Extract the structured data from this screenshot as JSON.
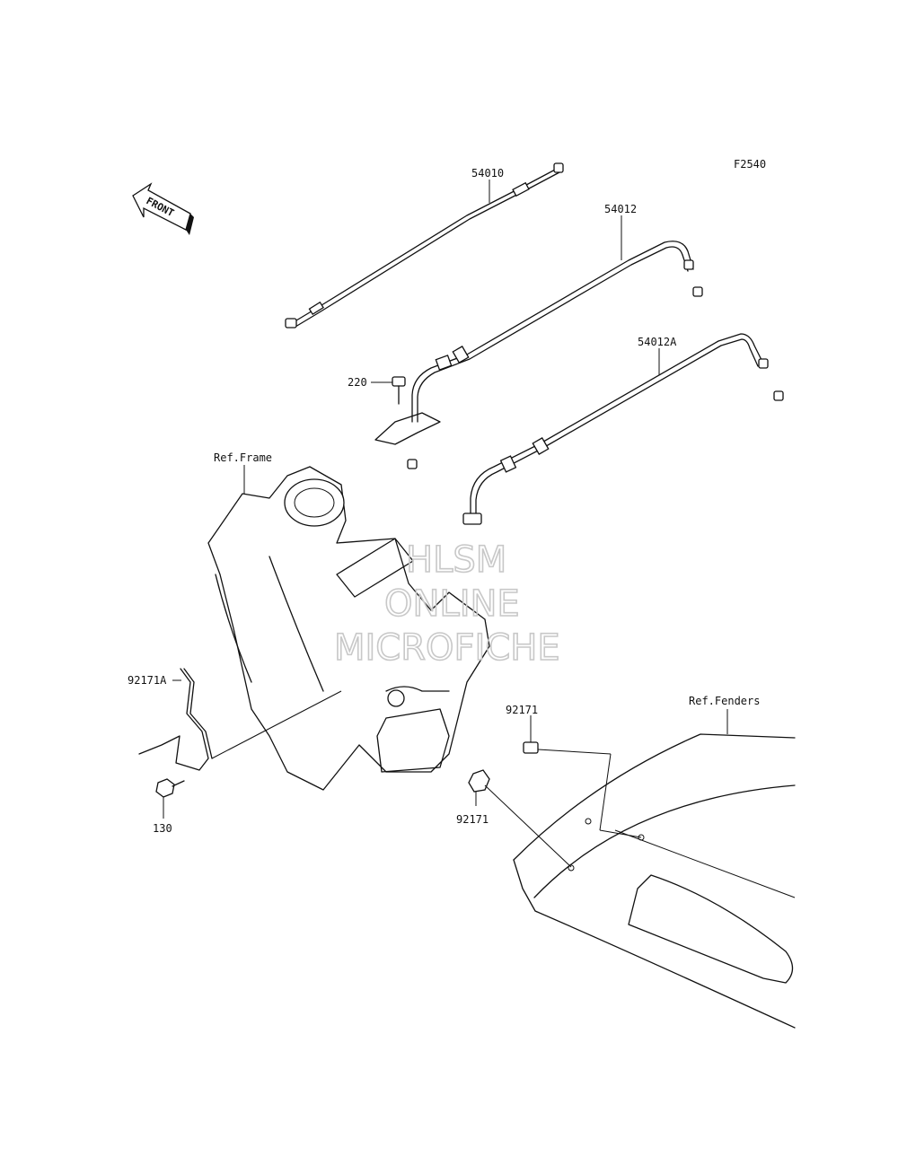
{
  "figure_code": "F2540",
  "front_label": "FRONT",
  "watermark": [
    "HLSM",
    "ONLINE",
    "MICROFICHE"
  ],
  "reference_labels": {
    "frame": "Ref.Frame",
    "fenders": "Ref.Fenders"
  },
  "parts": {
    "cable_54010": "54010",
    "cable_54012": "54012",
    "cable_54012a": "54012A",
    "bolt_220": "220",
    "clamp_92171a": "92171A",
    "bolt_130": "130",
    "clamp_92171_upper": "92171",
    "clamp_92171_lower": "92171"
  }
}
